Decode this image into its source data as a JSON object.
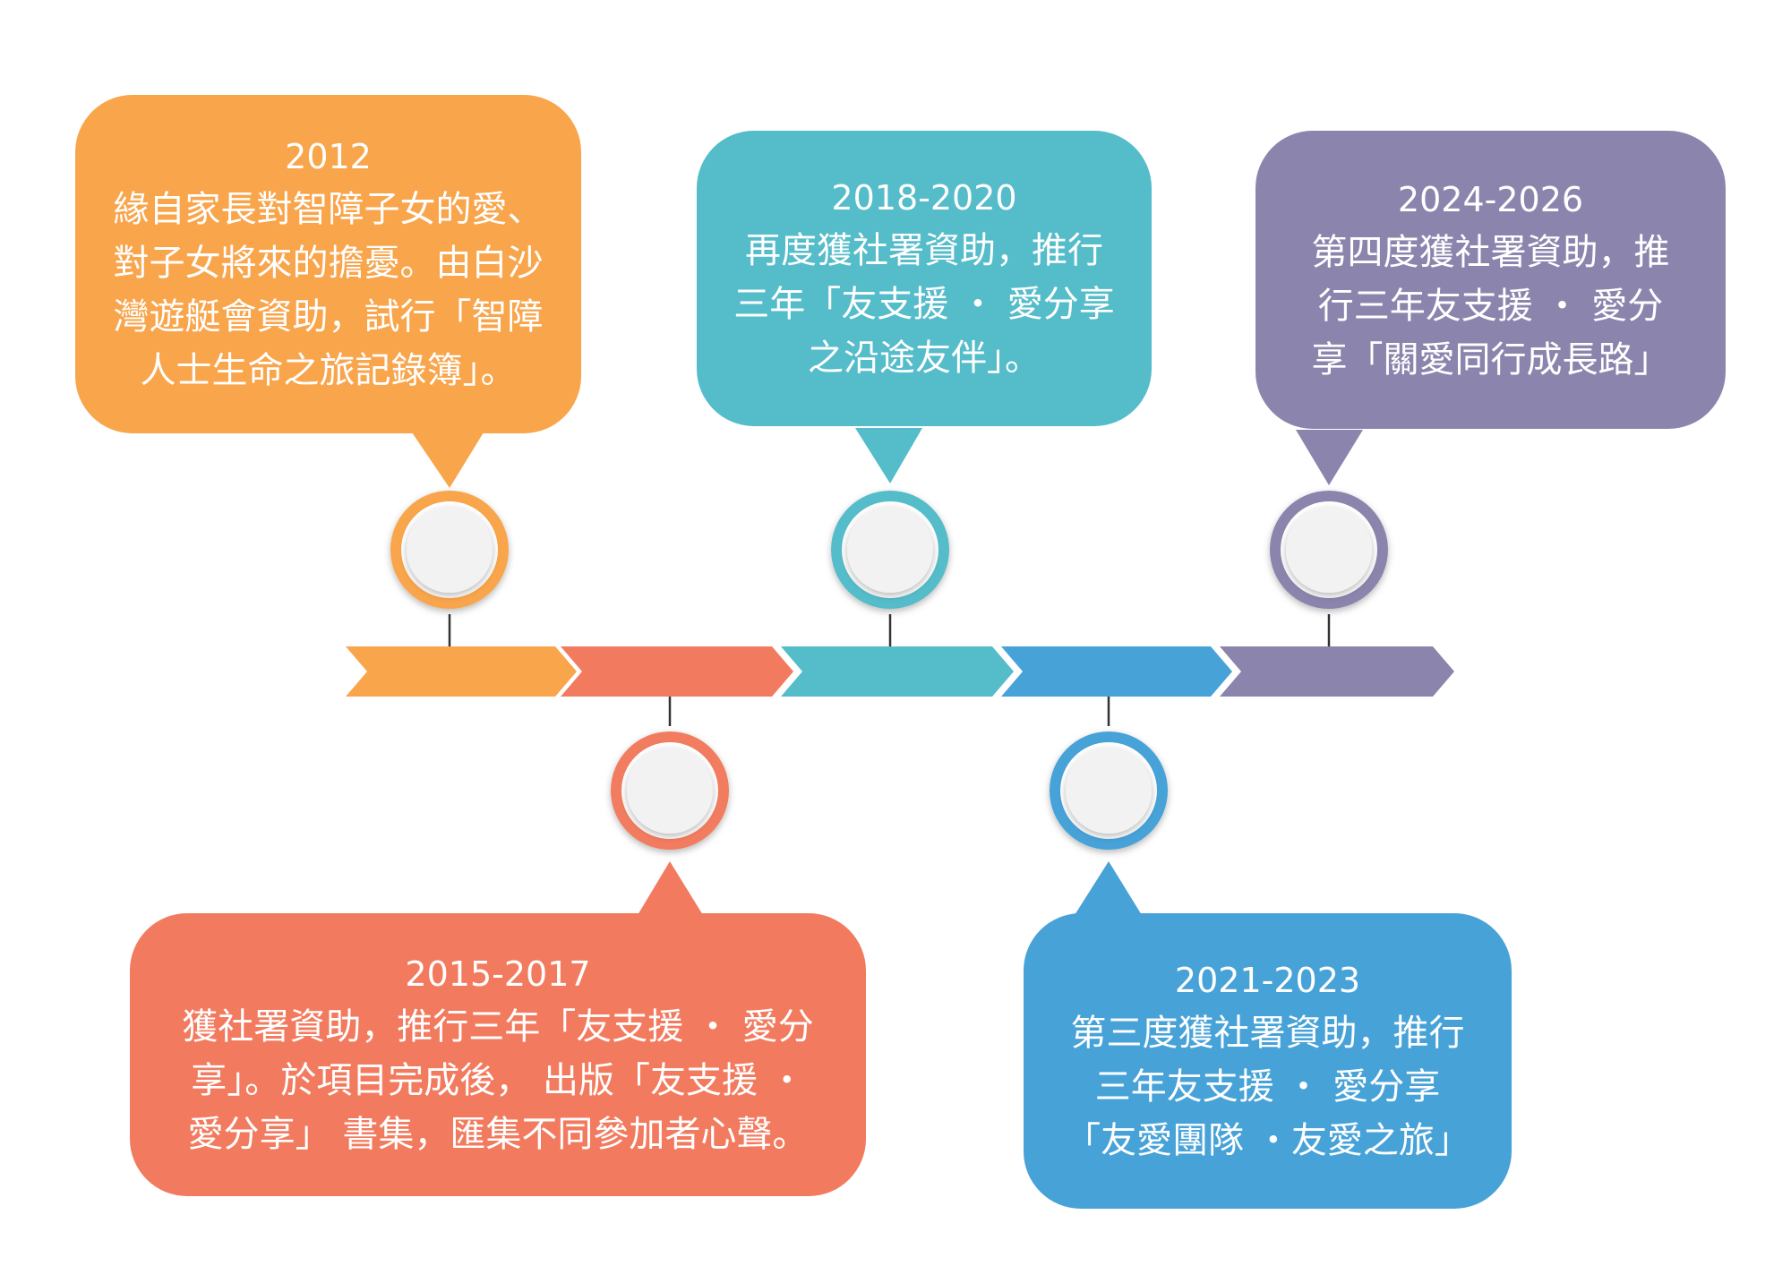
{
  "colors": {
    "orange": "#F8A54C",
    "coral": "#F27B5F",
    "teal": "#55BCC9",
    "blue": "#47A2D8",
    "purple": "#8B85AD",
    "node_fill": "#F2F2F2",
    "stem": "#333333"
  },
  "milestones": [
    {
      "year": "2012",
      "text": "緣自家長對智障子女的愛、\n對子女將來的擔憂。由白沙\n灣遊艇會資助，試行「智障\n人士生命之旅記錄簿」。",
      "color": "orange",
      "side": "top"
    },
    {
      "year": "2015-2017",
      "text": "獲社署資助，推行三年「友支援 ・ 愛分\n享」。於項目完成後， 出版「友支援 ・\n愛分享」 書集，匯集不同參加者心聲。",
      "color": "coral",
      "side": "bottom"
    },
    {
      "year": "2018-2020",
      "text": "再度獲社署資助，推行\n三年「友支援 ・ 愛分享\n之沿途友伴」。",
      "color": "teal",
      "side": "top"
    },
    {
      "year": "2021-2023",
      "text": "第三度獲社署資助，推行\n三年友支援 ・ 愛分享\n「友愛團隊 ・友愛之旅」",
      "color": "blue",
      "side": "bottom"
    },
    {
      "year": "2024-2026",
      "text": "第四度獲社署資助，推\n行三年友支援 ・ 愛分\n享「關愛同行成長路」",
      "color": "purple",
      "side": "top"
    }
  ]
}
